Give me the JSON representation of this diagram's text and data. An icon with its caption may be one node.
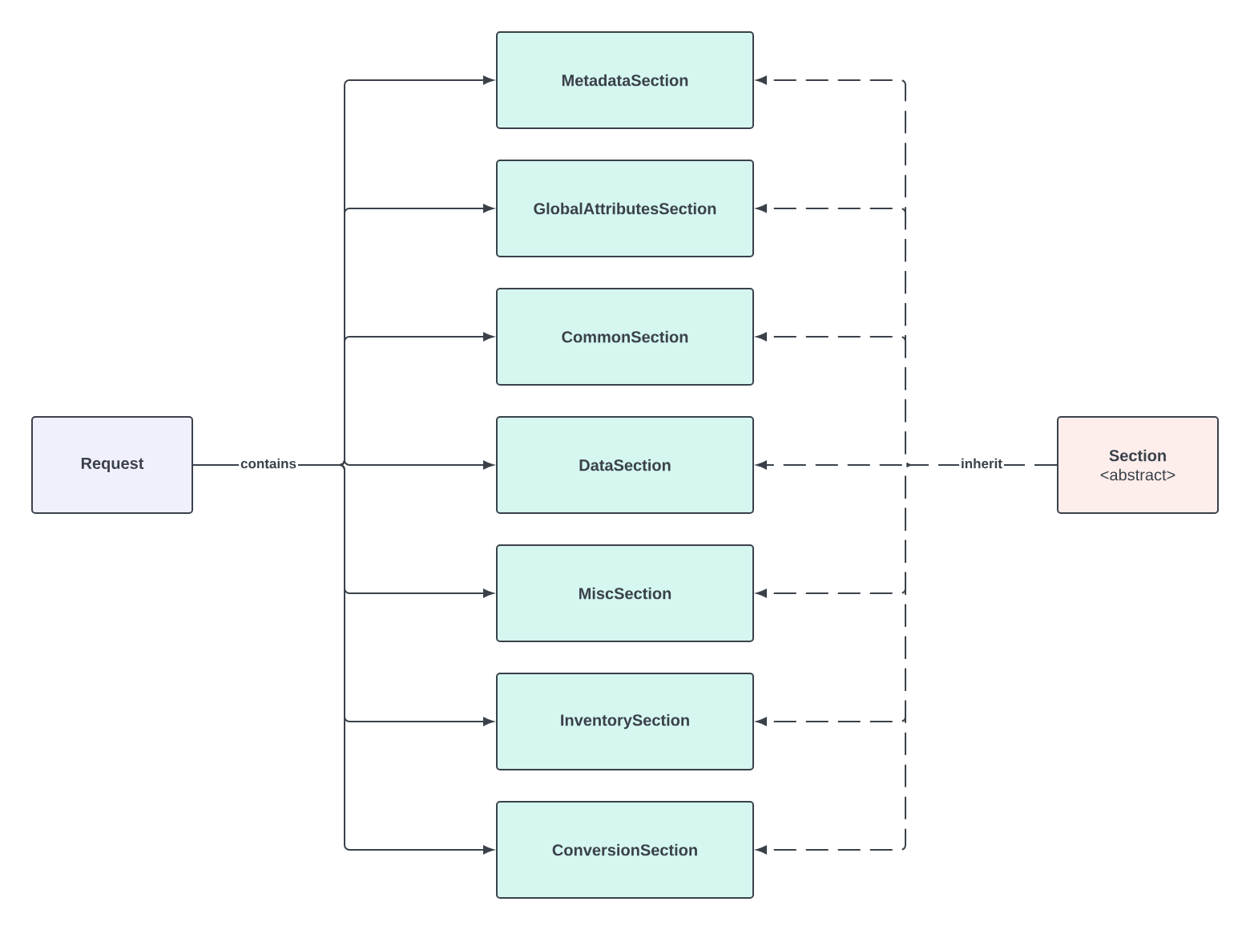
{
  "diagram": {
    "nodes": [
      {
        "text": [
          "Request"
        ]
      },
      {
        "text": [
          "MetadataSection"
        ]
      },
      {
        "text": [
          "GlobalAttributesSection"
        ]
      },
      {
        "text": [
          "CommonSection"
        ]
      },
      {
        "text": [
          "DataSection"
        ]
      },
      {
        "text": [
          "MiscSection"
        ]
      },
      {
        "text": [
          "InventorySection"
        ]
      },
      {
        "text": [
          "ConversionSection"
        ]
      },
      {
        "text": [
          "Section",
          "<abstract>"
        ]
      }
    ],
    "edges": [
      {
        "from": 0,
        "to": 1,
        "arrow": "to"
      },
      {
        "from": 0,
        "to": 2,
        "arrow": "to"
      },
      {
        "from": 0,
        "to": 3,
        "arrow": "to"
      },
      {
        "from": 0,
        "to": 4,
        "arrow": "to",
        "label": "contains"
      },
      {
        "from": 0,
        "to": 5,
        "arrow": "to"
      },
      {
        "from": 0,
        "to": 6,
        "arrow": "to"
      },
      {
        "from": 0,
        "to": 7,
        "arrow": "to"
      },
      {
        "from": 8,
        "to": 1,
        "arrow": "to",
        "style": "dashed"
      },
      {
        "from": 8,
        "to": 2,
        "arrow": "to",
        "style": "dashed"
      },
      {
        "from": 8,
        "to": 3,
        "arrow": "to",
        "style": "dashed"
      },
      {
        "from": 8,
        "to": 4,
        "arrow": "to",
        "style": "dashed",
        "label": "inherit"
      },
      {
        "from": 8,
        "to": 5,
        "arrow": "to",
        "style": "dashed"
      },
      {
        "from": 8,
        "to": 6,
        "arrow": "to",
        "style": "dashed"
      },
      {
        "from": 8,
        "to": 7,
        "arrow": "to",
        "style": "dashed"
      }
    ]
  }
}
